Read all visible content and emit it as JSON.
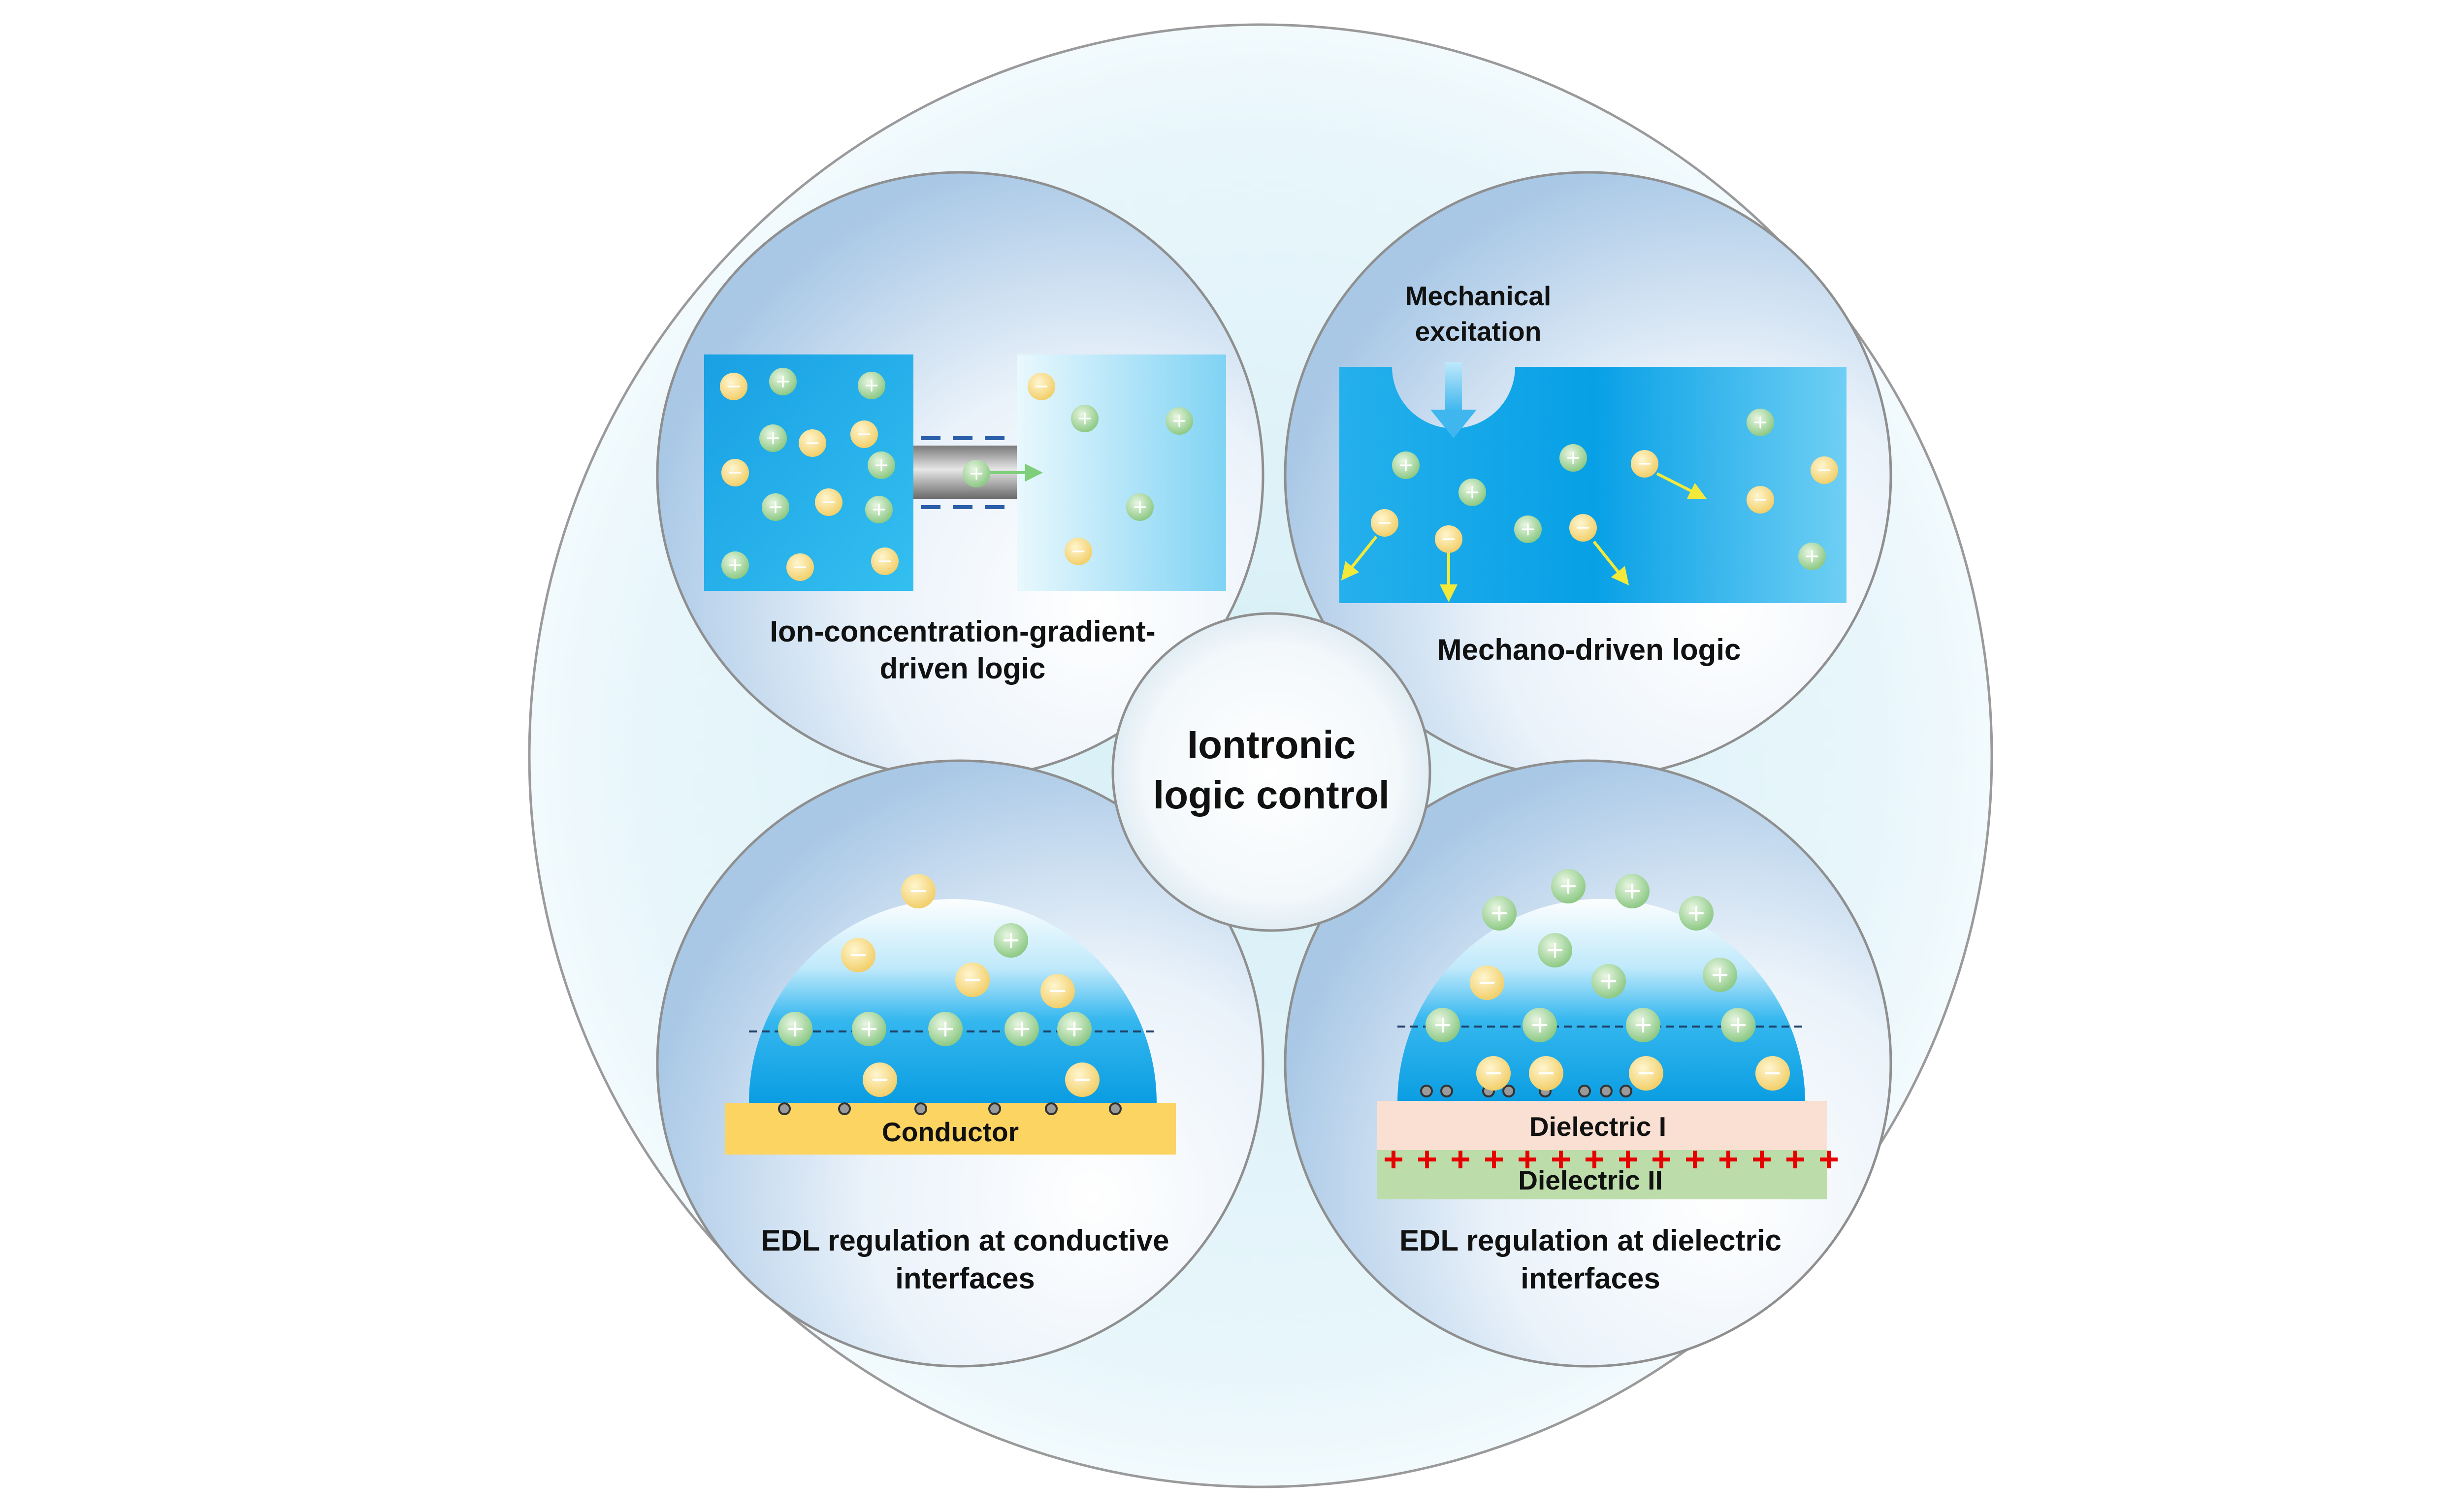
{
  "center": {
    "line1": "Iontronic",
    "line2": "logic control"
  },
  "panels": {
    "ion_gradient": {
      "caption_line1": "Ion-concentration-gradient-",
      "caption_line2": "driven logic"
    },
    "mechano": {
      "caption": "Mechano-driven logic",
      "label_line1": "Mechanical",
      "label_line2": "excitation"
    },
    "conductive": {
      "caption_line1": "EDL regulation at conductive",
      "caption_line2": "interfaces",
      "electrode_label": "Conductor"
    },
    "dielectric": {
      "caption_line1": "EDL regulation at dielectric",
      "caption_line2": "interfaces",
      "layer1_label": "Dielectric I",
      "layer2_label": "Dielectric II"
    }
  },
  "colors": {
    "cation": "#a8d8a0",
    "anion": "#f7dc8a",
    "liquid": "#1aa5e6",
    "conductor": "#fbd461",
    "dielectric1": "#fae0d2",
    "dielectric2": "#bcdcaa",
    "positive_charge": "#e60000",
    "arrow": "#f2e93a"
  }
}
